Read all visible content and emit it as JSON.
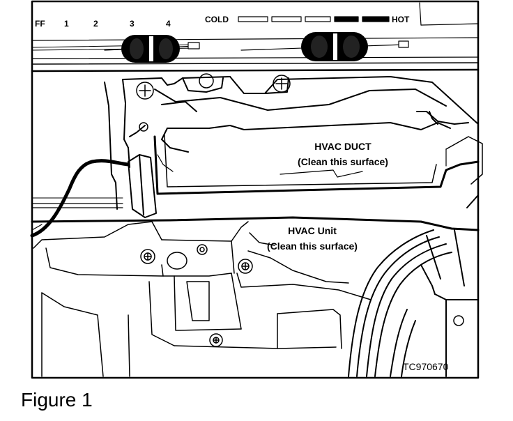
{
  "scale": {
    "fan_labels": [
      "FF",
      "1",
      "2",
      "3",
      "4"
    ],
    "cold_label": "COLD",
    "hot_label": "HOT"
  },
  "labels": {
    "duct_title": "HVAC DUCT",
    "duct_note": "(Clean this surface)",
    "unit_title": "HVAC Unit",
    "unit_note": "(Clean this surface)",
    "figure_code": "TC970670"
  },
  "caption": "Figure 1"
}
